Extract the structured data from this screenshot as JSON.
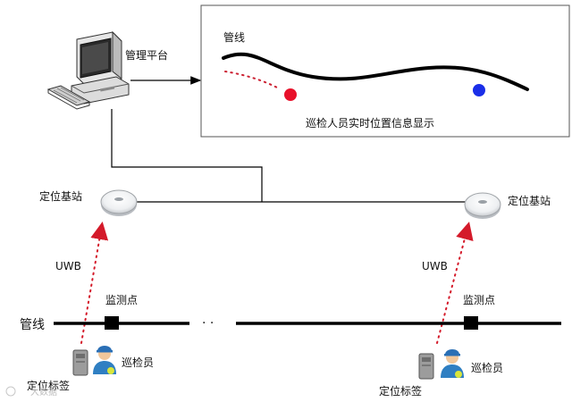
{
  "management": {
    "label": "管理平台"
  },
  "display_panel": {
    "pipeline_label": "管线",
    "caption": "巡检人员实时位置信息显示",
    "colors": {
      "red_dot": "#e8102a",
      "blue_dot": "#1a2ee8",
      "trail": "#cc2233"
    }
  },
  "base_stations": [
    {
      "label": "定位基站"
    },
    {
      "label": "定位基站"
    }
  ],
  "uwb": [
    {
      "label": "UWB"
    },
    {
      "label": "UWB"
    }
  ],
  "monitor_points": [
    {
      "label": "监测点"
    },
    {
      "label": "监测点"
    }
  ],
  "pipeline": {
    "label": "管线",
    "gap_marker": "· ·"
  },
  "inspectors": [
    {
      "label": "巡检员"
    },
    {
      "label": "巡检员"
    }
  ],
  "tags": [
    {
      "label": "定位标签"
    },
    {
      "label": "定位标签"
    }
  ],
  "watermark": {
    "text": "大数据"
  }
}
